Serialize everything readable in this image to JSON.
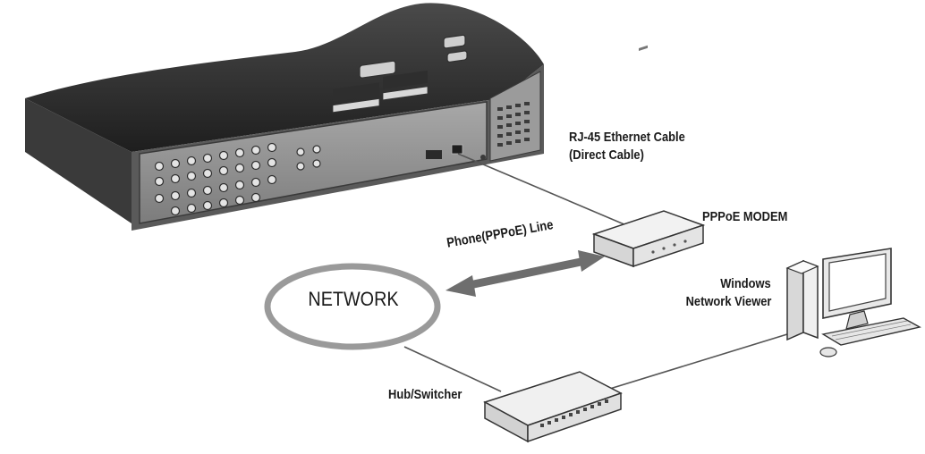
{
  "diagram": {
    "labels": {
      "cable_line1": "RJ-45 Ethernet Cable",
      "cable_line2": "(Direct Cable)",
      "modem": "PPPoE MODEM",
      "phone_line": "Phone(PPPoE) Line",
      "viewer_line1": "Windows",
      "viewer_line2": "Network Viewer",
      "network": "NETWORK",
      "hub": "Hub/Switcher"
    },
    "colors": {
      "device_dark": "#2f2f2f",
      "device_panel": "#8c8c8c",
      "device_light": "#e6e6e6",
      "cable": "#555555",
      "network_ring": "#9a9a9a",
      "arrow": "#6e6e6e"
    }
  }
}
